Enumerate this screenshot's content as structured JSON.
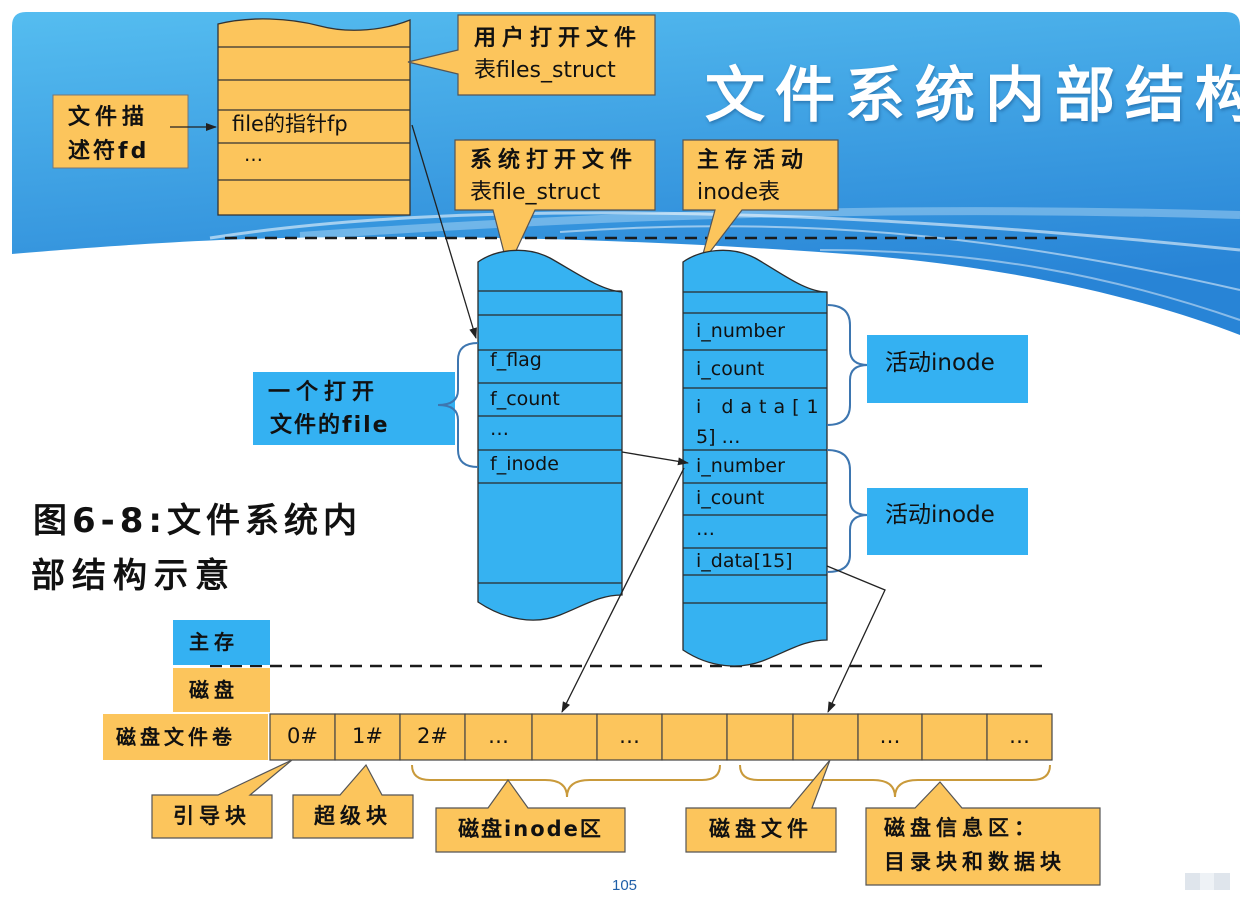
{
  "slide": {
    "title": "文件系统内部结构",
    "caption": [
      "图6-8:文件系统内",
      "部结构示意"
    ],
    "page_number": "105"
  },
  "colors": {
    "orange": "#FCC55C",
    "blue": "#34B1F2",
    "banner_blue": "#2F93DF",
    "title_text": "#FFFFFF"
  },
  "fd_label": [
    "文件描",
    "述符fd"
  ],
  "fd_table": {
    "fp_row": "file的指针fp",
    "ellipsis_row": "…"
  },
  "callouts": {
    "user_open_files": [
      "用户打开文件",
      "表files_struct"
    ],
    "system_open_files": [
      "系统打开文件",
      "表file_struct"
    ],
    "active_inode_table": [
      "主存活动",
      "inode表"
    ]
  },
  "open_file_label": [
    "一个打开",
    "文件的file"
  ],
  "file_struct_rows": [
    "f_flag",
    "f_count",
    "…",
    "f_inode"
  ],
  "inode_rows": {
    "first": [
      "i_number",
      "i_count",
      "i data[1",
      "5] …"
    ],
    "second": [
      "i_number",
      "i_count",
      "…",
      "i_data[15]"
    ]
  },
  "active_inode_labels": [
    "活动inode",
    "活动inode"
  ],
  "storage": {
    "memory": "主存",
    "disk": "磁盘",
    "volume": "磁盘文件卷"
  },
  "disk_blocks": [
    "0#",
    "1#",
    "2#",
    "…",
    "",
    "…",
    "",
    "",
    "",
    "…",
    "",
    "…"
  ],
  "disk_regions": {
    "boot": "引导块",
    "super": "超级块",
    "inode_area": "磁盘inode区",
    "disk_file": "磁盘文件",
    "info_area": [
      "磁盘信息区：",
      "目录块和数据块"
    ]
  }
}
